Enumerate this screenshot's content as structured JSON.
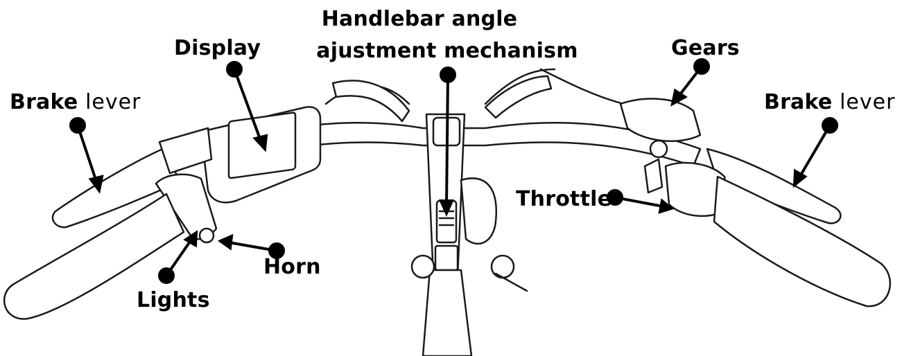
{
  "labels": {
    "display": "Display",
    "handlebar_line1": "Handlebar angle",
    "handlebar_line2": "ajustment mechanism",
    "gears": "Gears",
    "brake_left_bold": "Brake",
    "brake_left_light": "lever",
    "brake_right_bold": "Brake",
    "brake_right_light": "lever",
    "throttle": "Throttle",
    "horn": "Horn",
    "lights": "Lights"
  },
  "colors": {
    "ink": "#000000",
    "paper": "#ffffff",
    "sketch": "#1a1a1a"
  }
}
